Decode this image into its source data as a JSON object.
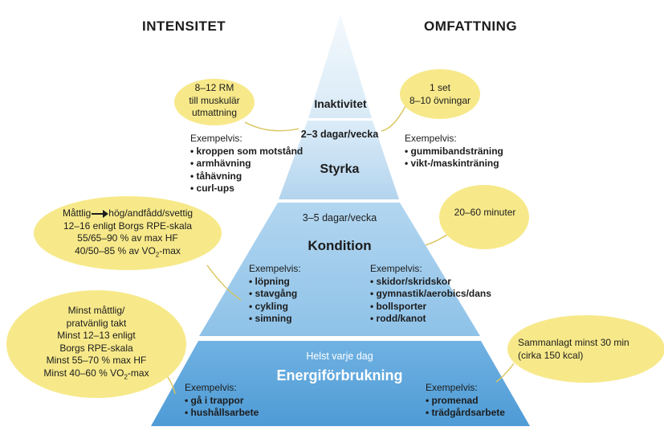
{
  "headers": {
    "left": "INTENSITET",
    "right": "OMFATTNING"
  },
  "tiers": {
    "inactivity": {
      "title": "Inaktivitet",
      "bubble_left": [
        "8–12 RM",
        "till muskulär",
        "utmattning"
      ],
      "bubble_right": [
        "1 set",
        "8–10 övningar"
      ]
    },
    "strength": {
      "frequency": "2–3 dagar/vecka",
      "title": "Styrka",
      "examples_left_label": "Exempelvis:",
      "examples_left": [
        "kroppen som motstånd",
        "armhävning",
        "tåhävning",
        "curl-ups"
      ],
      "examples_right_label": "Exempelvis:",
      "examples_right": [
        "gummibandsträning",
        "vikt-/maskinträning"
      ]
    },
    "fitness": {
      "frequency": "3–5 dagar/vecka",
      "title": "Kondition",
      "examples_left_label": "Exempelvis:",
      "examples_left": [
        "löpning",
        "stavgång",
        "cykling",
        "simning"
      ],
      "examples_right_label": "Exempelvis:",
      "examples_right": [
        "skidor/skridskor",
        "gymnastik/aerobics/dans",
        "bollsporter",
        "rodd/kanot"
      ],
      "bubble_left": {
        "line1_a": "Måttlig",
        "line1_b": "hög/andfådd/svettig",
        "line2": "12–16 enligt Borgs RPE-skala",
        "line3": "55/65–90 % av max HF",
        "line4_a": "40/50–85 % av VO",
        "line4_sub": "2",
        "line4_b": "-max"
      },
      "bubble_right": [
        "20–60 minuter"
      ]
    },
    "energy": {
      "frequency": "Helst varje dag",
      "title": "Energiförbrukning",
      "examples_left_label": "Exempelvis:",
      "examples_left": [
        "gå i trappor",
        "hushållsarbete"
      ],
      "examples_right_label": "Exempelvis:",
      "examples_right": [
        "promenad",
        "trädgårdsarbete"
      ],
      "bubble_left": {
        "line1": "Minst måttlig/",
        "line2": "pratvänlig takt",
        "line3": "Minst 12–13 enligt",
        "line4": "Borgs RPE-skala",
        "line5": "Minst 55–70 % max HF",
        "line6_a": "Minst 40–60 % VO",
        "line6_sub": "2",
        "line6_b": "-max"
      },
      "bubble_right": [
        "Sammanlagt minst 30 min",
        "(cirka 150 kcal)"
      ]
    }
  },
  "colors": {
    "top_fill": "#e6f2fa",
    "strength_fill": "#c3ddf0",
    "fitness_fill": "#9ecbea",
    "energy_fill": "#5ea8dc",
    "bubble_fill": "#f7e98a",
    "connector": "#d9c45a"
  }
}
